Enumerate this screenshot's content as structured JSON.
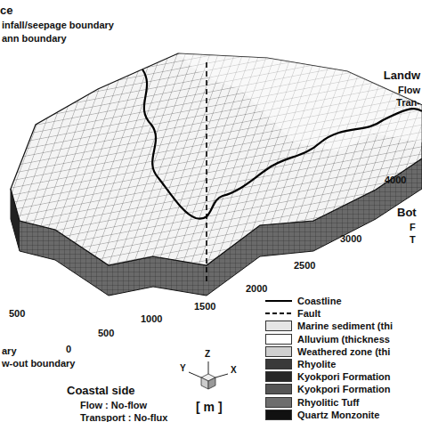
{
  "diagram": {
    "labels": [
      "ce",
      "infall/seepage boundary",
      "ann boundary",
      "Landw",
      "Flow",
      "Tran-",
      "Bot",
      "F",
      "T",
      "4000",
      "3000",
      "2500",
      "2000",
      "1500",
      "1000",
      "500",
      "0",
      "500",
      "ary",
      "w-out boundary",
      "Coastal side",
      "Flow : No-flow",
      "Transport : No-flux",
      "Z",
      "Y",
      "X",
      "[ m ]"
    ],
    "legend": [
      {
        "text": "Coastline"
      },
      {
        "text": "Fault"
      },
      {
        "text": "Marine sediment (thi",
        "color": "#e6e6e6"
      },
      {
        "text": "Alluvium (thickness",
        "color": "#ffffff"
      },
      {
        "text": "Weathered zone (thi",
        "color": "#cfcfcf"
      },
      {
        "text": "Rhyolite",
        "color": "#3a3a3a"
      },
      {
        "text": "Kyokpori Formation",
        "color": "#262626"
      },
      {
        "text": "Kyokpori Formation",
        "color": "#555555"
      },
      {
        "text": "Rhyolitic Tuff",
        "color": "#6e6e6e"
      },
      {
        "text": "Quartz Monzonite",
        "color": "#111111"
      }
    ]
  }
}
